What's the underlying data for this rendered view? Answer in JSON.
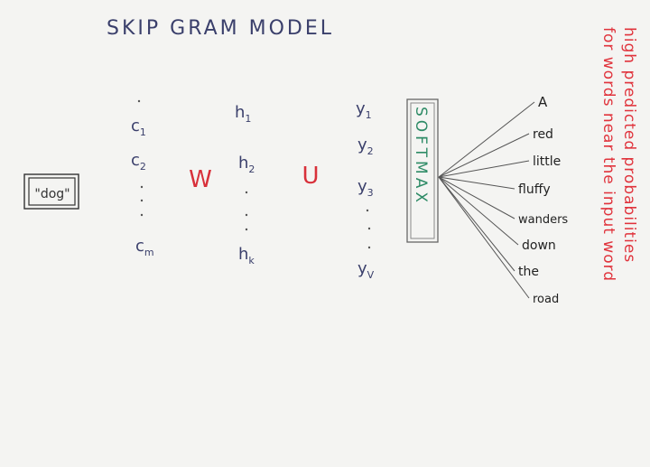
{
  "title": "SKIP GRAM MODEL",
  "input_word": "\"dog\"",
  "context_nodes": [
    "c",
    "c",
    "c"
  ],
  "context_subscripts": [
    "1",
    "2",
    "m"
  ],
  "hidden_nodes": [
    "h",
    "h",
    "h"
  ],
  "hidden_subscripts": [
    "1",
    "2",
    "k"
  ],
  "output_nodes": [
    "y",
    "y",
    "y",
    "y"
  ],
  "output_subscripts": [
    "1",
    "2",
    "3",
    "V"
  ],
  "weight_w": "W",
  "weight_u": "U",
  "softmax_label": "SOFTMAX",
  "predicted_words": [
    "A",
    "red",
    "little",
    "fluffy",
    "wanders",
    "down",
    "the",
    "road"
  ],
  "side_note": [
    "high predicted probabilities",
    "for words near the input word"
  ],
  "colors": {
    "ink": "#3a3f6b",
    "weight_red": "#d8303a",
    "softmax_green": "#2e8b66",
    "note_red": "#e0333c",
    "paper": "#f4f4f2"
  }
}
